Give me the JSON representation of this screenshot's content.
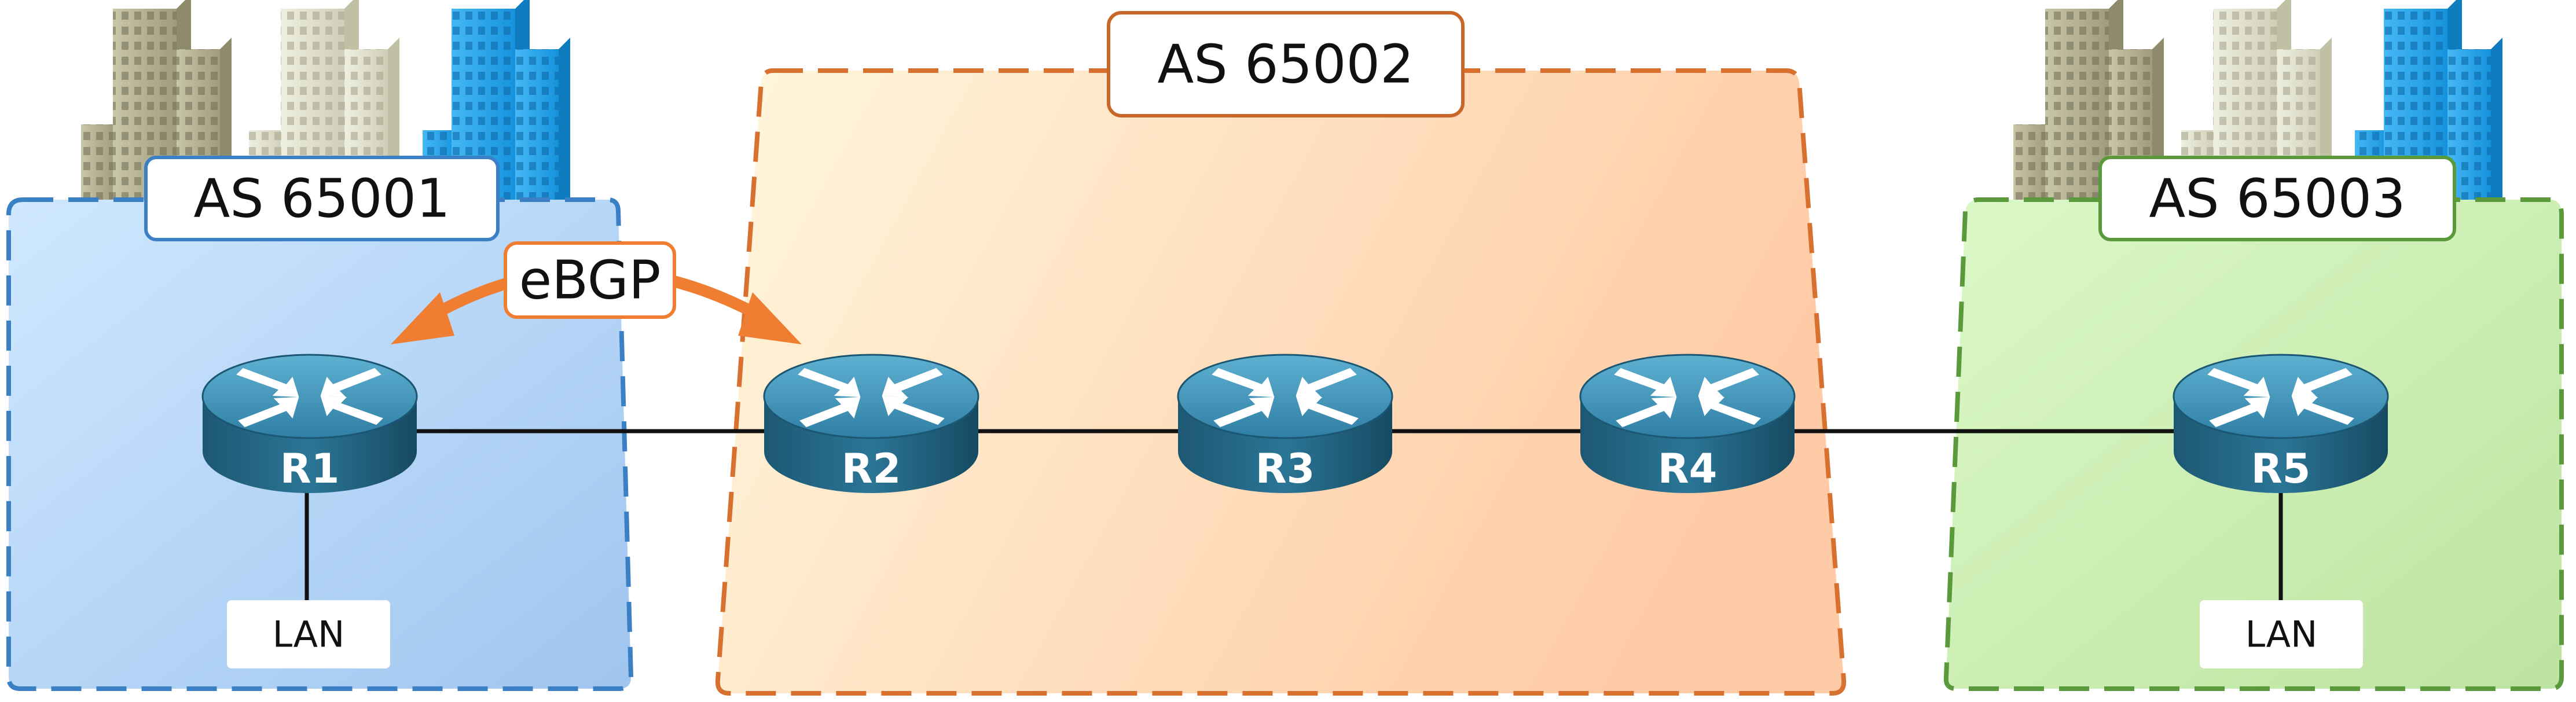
{
  "zones": [
    {
      "id": "as65001",
      "label": "AS 65001",
      "color": "#3b7fc4"
    },
    {
      "id": "as65002",
      "label": "AS 65002",
      "color": "#d8712f"
    },
    {
      "id": "as65003",
      "label": "AS 65003",
      "color": "#5b9a3c"
    }
  ],
  "routers": [
    {
      "id": "r1",
      "label": "R1"
    },
    {
      "id": "r2",
      "label": "R2"
    },
    {
      "id": "r3",
      "label": "R3"
    },
    {
      "id": "r4",
      "label": "R4"
    },
    {
      "id": "r5",
      "label": "R5"
    }
  ],
  "lans": [
    {
      "id": "lan1",
      "label": "LAN"
    },
    {
      "id": "lan5",
      "label": "LAN"
    }
  ],
  "session": {
    "label": "eBGP",
    "color": "#ef7d32"
  },
  "links": [
    [
      "R1",
      "R2"
    ],
    [
      "R2",
      "R3"
    ],
    [
      "R3",
      "R4"
    ],
    [
      "R4",
      "R5"
    ]
  ]
}
